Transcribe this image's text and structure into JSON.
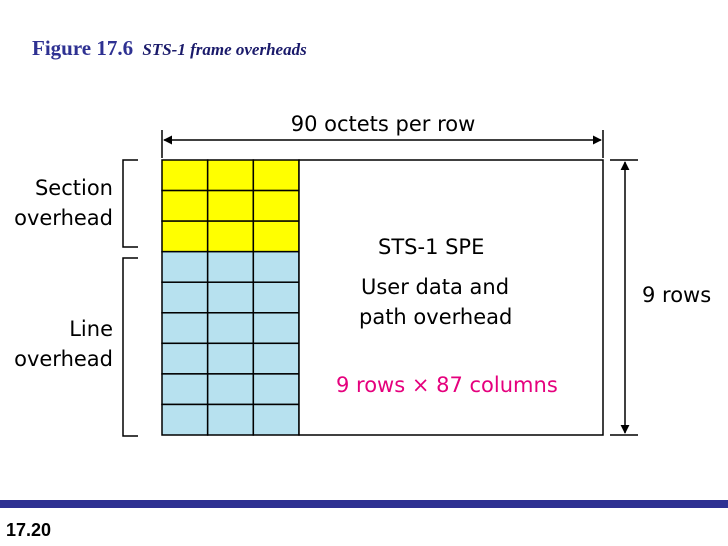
{
  "figure": {
    "number": "Figure 17.6",
    "caption": "STS-1 frame overheads"
  },
  "diagram": {
    "width_label": "90 octets per row",
    "height_label": "9 rows",
    "section_overhead_label": [
      "Section",
      "overhead"
    ],
    "line_overhead_label": [
      "Line",
      "overhead"
    ],
    "spe_title": "STS-1 SPE",
    "spe_description": [
      "User data and",
      "path overhead"
    ],
    "spe_dimensions": "9 rows × 87 columns",
    "section_rows": 3,
    "line_rows": 6,
    "overhead_columns": 3,
    "colors": {
      "section_fill": "#ffff00",
      "line_fill": "#b7e1ef",
      "accent": "#e5007d",
      "title": "#2e3192"
    }
  },
  "footer": {
    "page_number": "17.20"
  }
}
